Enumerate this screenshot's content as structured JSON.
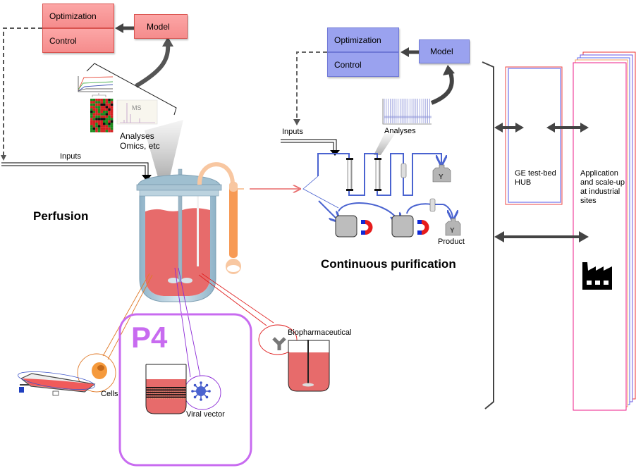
{
  "upstream": {
    "optimization_label": "Optimization",
    "control_label": "Control",
    "model_label": "Model",
    "analyses_label_line1": "Analyses",
    "analyses_label_line2": "Omics, etc",
    "ms_label": "MS",
    "inputs_label": "Inputs",
    "section_title": "Perfusion",
    "box_color": "#f58c8c"
  },
  "downstream": {
    "optimization_label": "Optimization",
    "control_label": "Control",
    "model_label": "Model",
    "analyses_label": "Analyses",
    "inputs_label": "Inputs",
    "product_label": "Product",
    "section_title": "Continuous purification",
    "box_color": "#9aa2ef"
  },
  "outputs": {
    "cells_label": "Cells",
    "viral_vector_label": "Viral vector",
    "biopharmaceutical_label": "Biopharmaceutical",
    "p4_label": "P4"
  },
  "right_panel": {
    "hub_label": "GE test-bed HUB",
    "sites_label": "Application and scale-up at industrial sites",
    "factory_icon": "factory-icon"
  }
}
